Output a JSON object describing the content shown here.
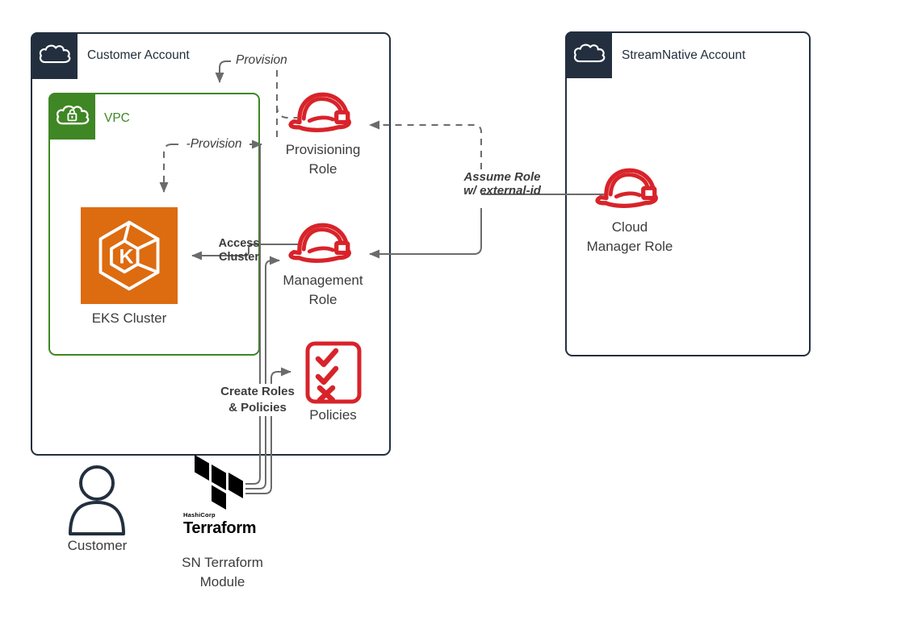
{
  "palette": {
    "navy": "#232F3E",
    "green": "#3F8624",
    "orange": "#DD6B10",
    "red": "#D8232A",
    "line": "#6B6B6B",
    "text": "#3C3C3C"
  },
  "customer_account": {
    "title": "Customer Account"
  },
  "vpc": {
    "label": "VPC"
  },
  "eks": {
    "label": "EKS Cluster"
  },
  "provisioning_role": {
    "label": "Provisioning\nRole"
  },
  "management_role": {
    "label": "Management\nRole"
  },
  "policies": {
    "label": "Policies"
  },
  "streamnative_account": {
    "title": "StreamNative Account"
  },
  "cloud_manager_role": {
    "label": "Cloud\nManager Role"
  },
  "customer": {
    "label": "Customer"
  },
  "terraform": {
    "brand": "HashiCorp",
    "product": "Terraform",
    "label": "SN Terraform\nModule"
  },
  "edges": {
    "provision_top": "Provision",
    "provision_vpc": "-Provision",
    "access_cluster": "Access\nCluster",
    "create_roles": "Create Roles\n& Policies",
    "assume_role": "Assume Role\nw/ external-id"
  }
}
